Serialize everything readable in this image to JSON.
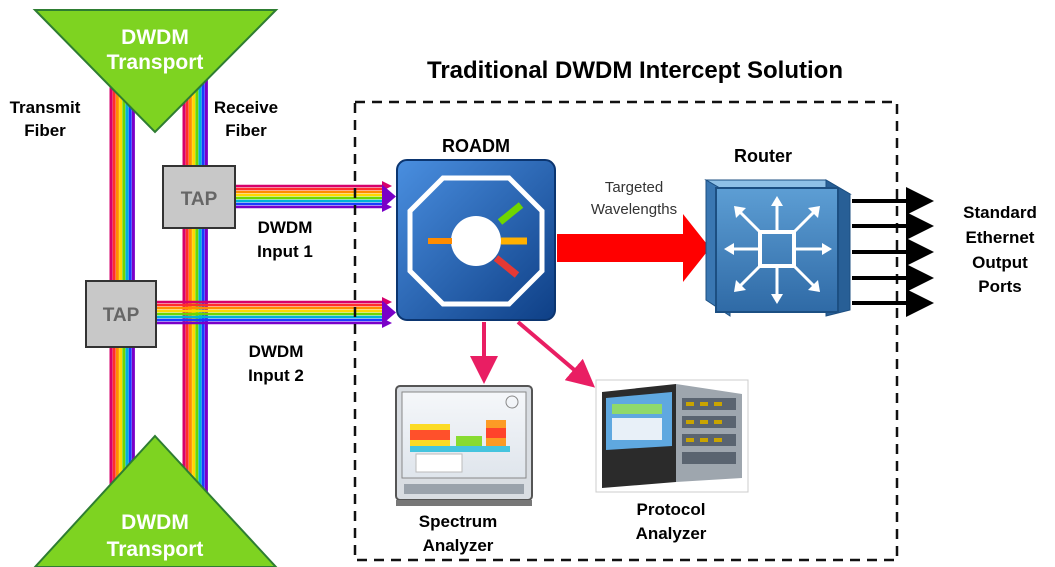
{
  "diagram": {
    "title": "Traditional DWDM Intercept Solution",
    "transport_top": [
      "DWDM",
      "Transport"
    ],
    "transport_bottom": [
      "DWDM",
      "Transport"
    ],
    "transmit_fiber": [
      "Transmit",
      "Fiber"
    ],
    "receive_fiber": [
      "Receive",
      "Fiber"
    ],
    "tap_label": "TAP",
    "input1": [
      "DWDM",
      "Input 1"
    ],
    "input2": [
      "DWDM",
      "Input 2"
    ],
    "roadm": "ROADM",
    "router": "Router",
    "targeted": [
      "Targeted",
      "Wavelengths"
    ],
    "spectrum": [
      "Spectrum",
      "Analyzer"
    ],
    "protocol": [
      "Protocol",
      "Analyzer"
    ],
    "output": [
      "Standard",
      "Ethernet",
      "Output",
      "Ports"
    ]
  },
  "colors": {
    "transport_green": "#7ed321",
    "tap_gray": "#c8c8c8",
    "roadm_blue": "#1f5fae",
    "router_blue": "#4a8cc2",
    "targeted_red": "#ff0000",
    "analyzer_arrow": "#e91e63",
    "fiber_colors": [
      "#d6006c",
      "#ff2d2d",
      "#ff8c00",
      "#ffd700",
      "#6fd600",
      "#00b3d6",
      "#1a3cff",
      "#7a00c8"
    ]
  }
}
